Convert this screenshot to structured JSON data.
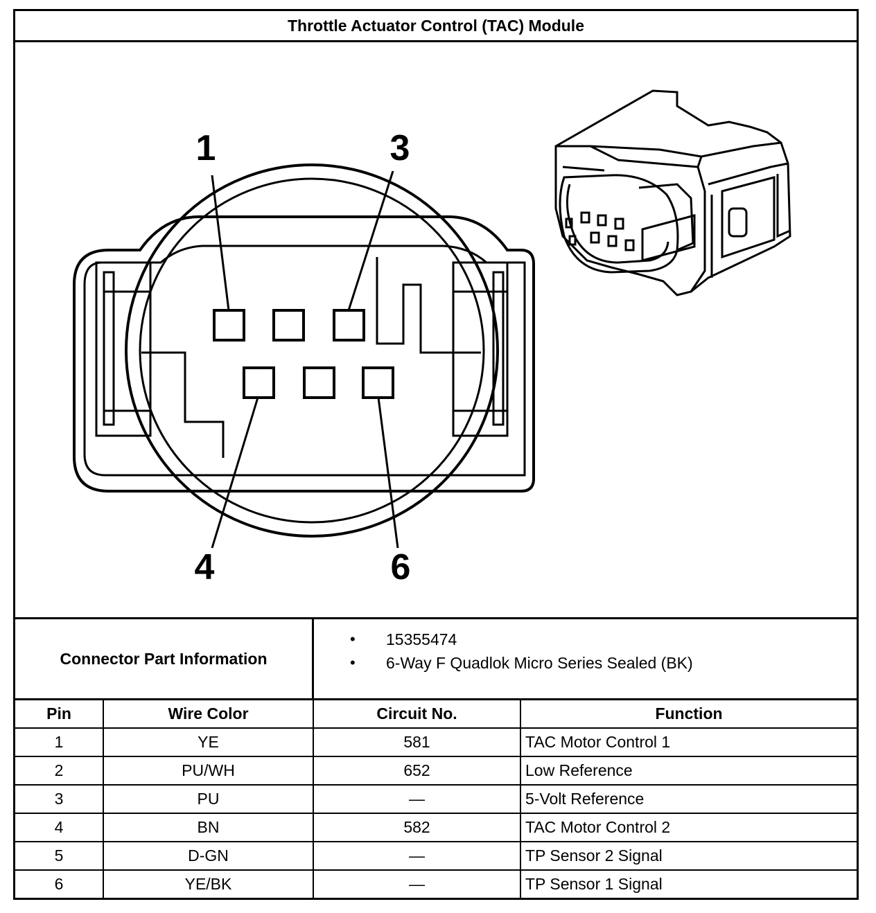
{
  "title": "Throttle Actuator Control (TAC) Module",
  "diagram": {
    "callouts": [
      "1",
      "3",
      "4",
      "6"
    ],
    "icons": [
      "connector-face-view",
      "connector-3d-view"
    ]
  },
  "connector_info": {
    "label": "Connector Part Information",
    "items": [
      "15355474",
      "6-Way F Quadlok Micro Series Sealed (BK)"
    ],
    "bullet": "•"
  },
  "table": {
    "headers": [
      "Pin",
      "Wire Color",
      "Circuit No.",
      "Function"
    ],
    "rows": [
      [
        "1",
        "YE",
        "581",
        "TAC Motor Control 1"
      ],
      [
        "2",
        "PU/WH",
        "652",
        "Low Reference"
      ],
      [
        "3",
        "PU",
        "—",
        "5-Volt Reference"
      ],
      [
        "4",
        "BN",
        "582",
        "TAC Motor Control 2"
      ],
      [
        "5",
        "D-GN",
        "—",
        "TP Sensor 2 Signal"
      ],
      [
        "6",
        "YE/BK",
        "—",
        "TP Sensor 1 Signal"
      ]
    ]
  }
}
